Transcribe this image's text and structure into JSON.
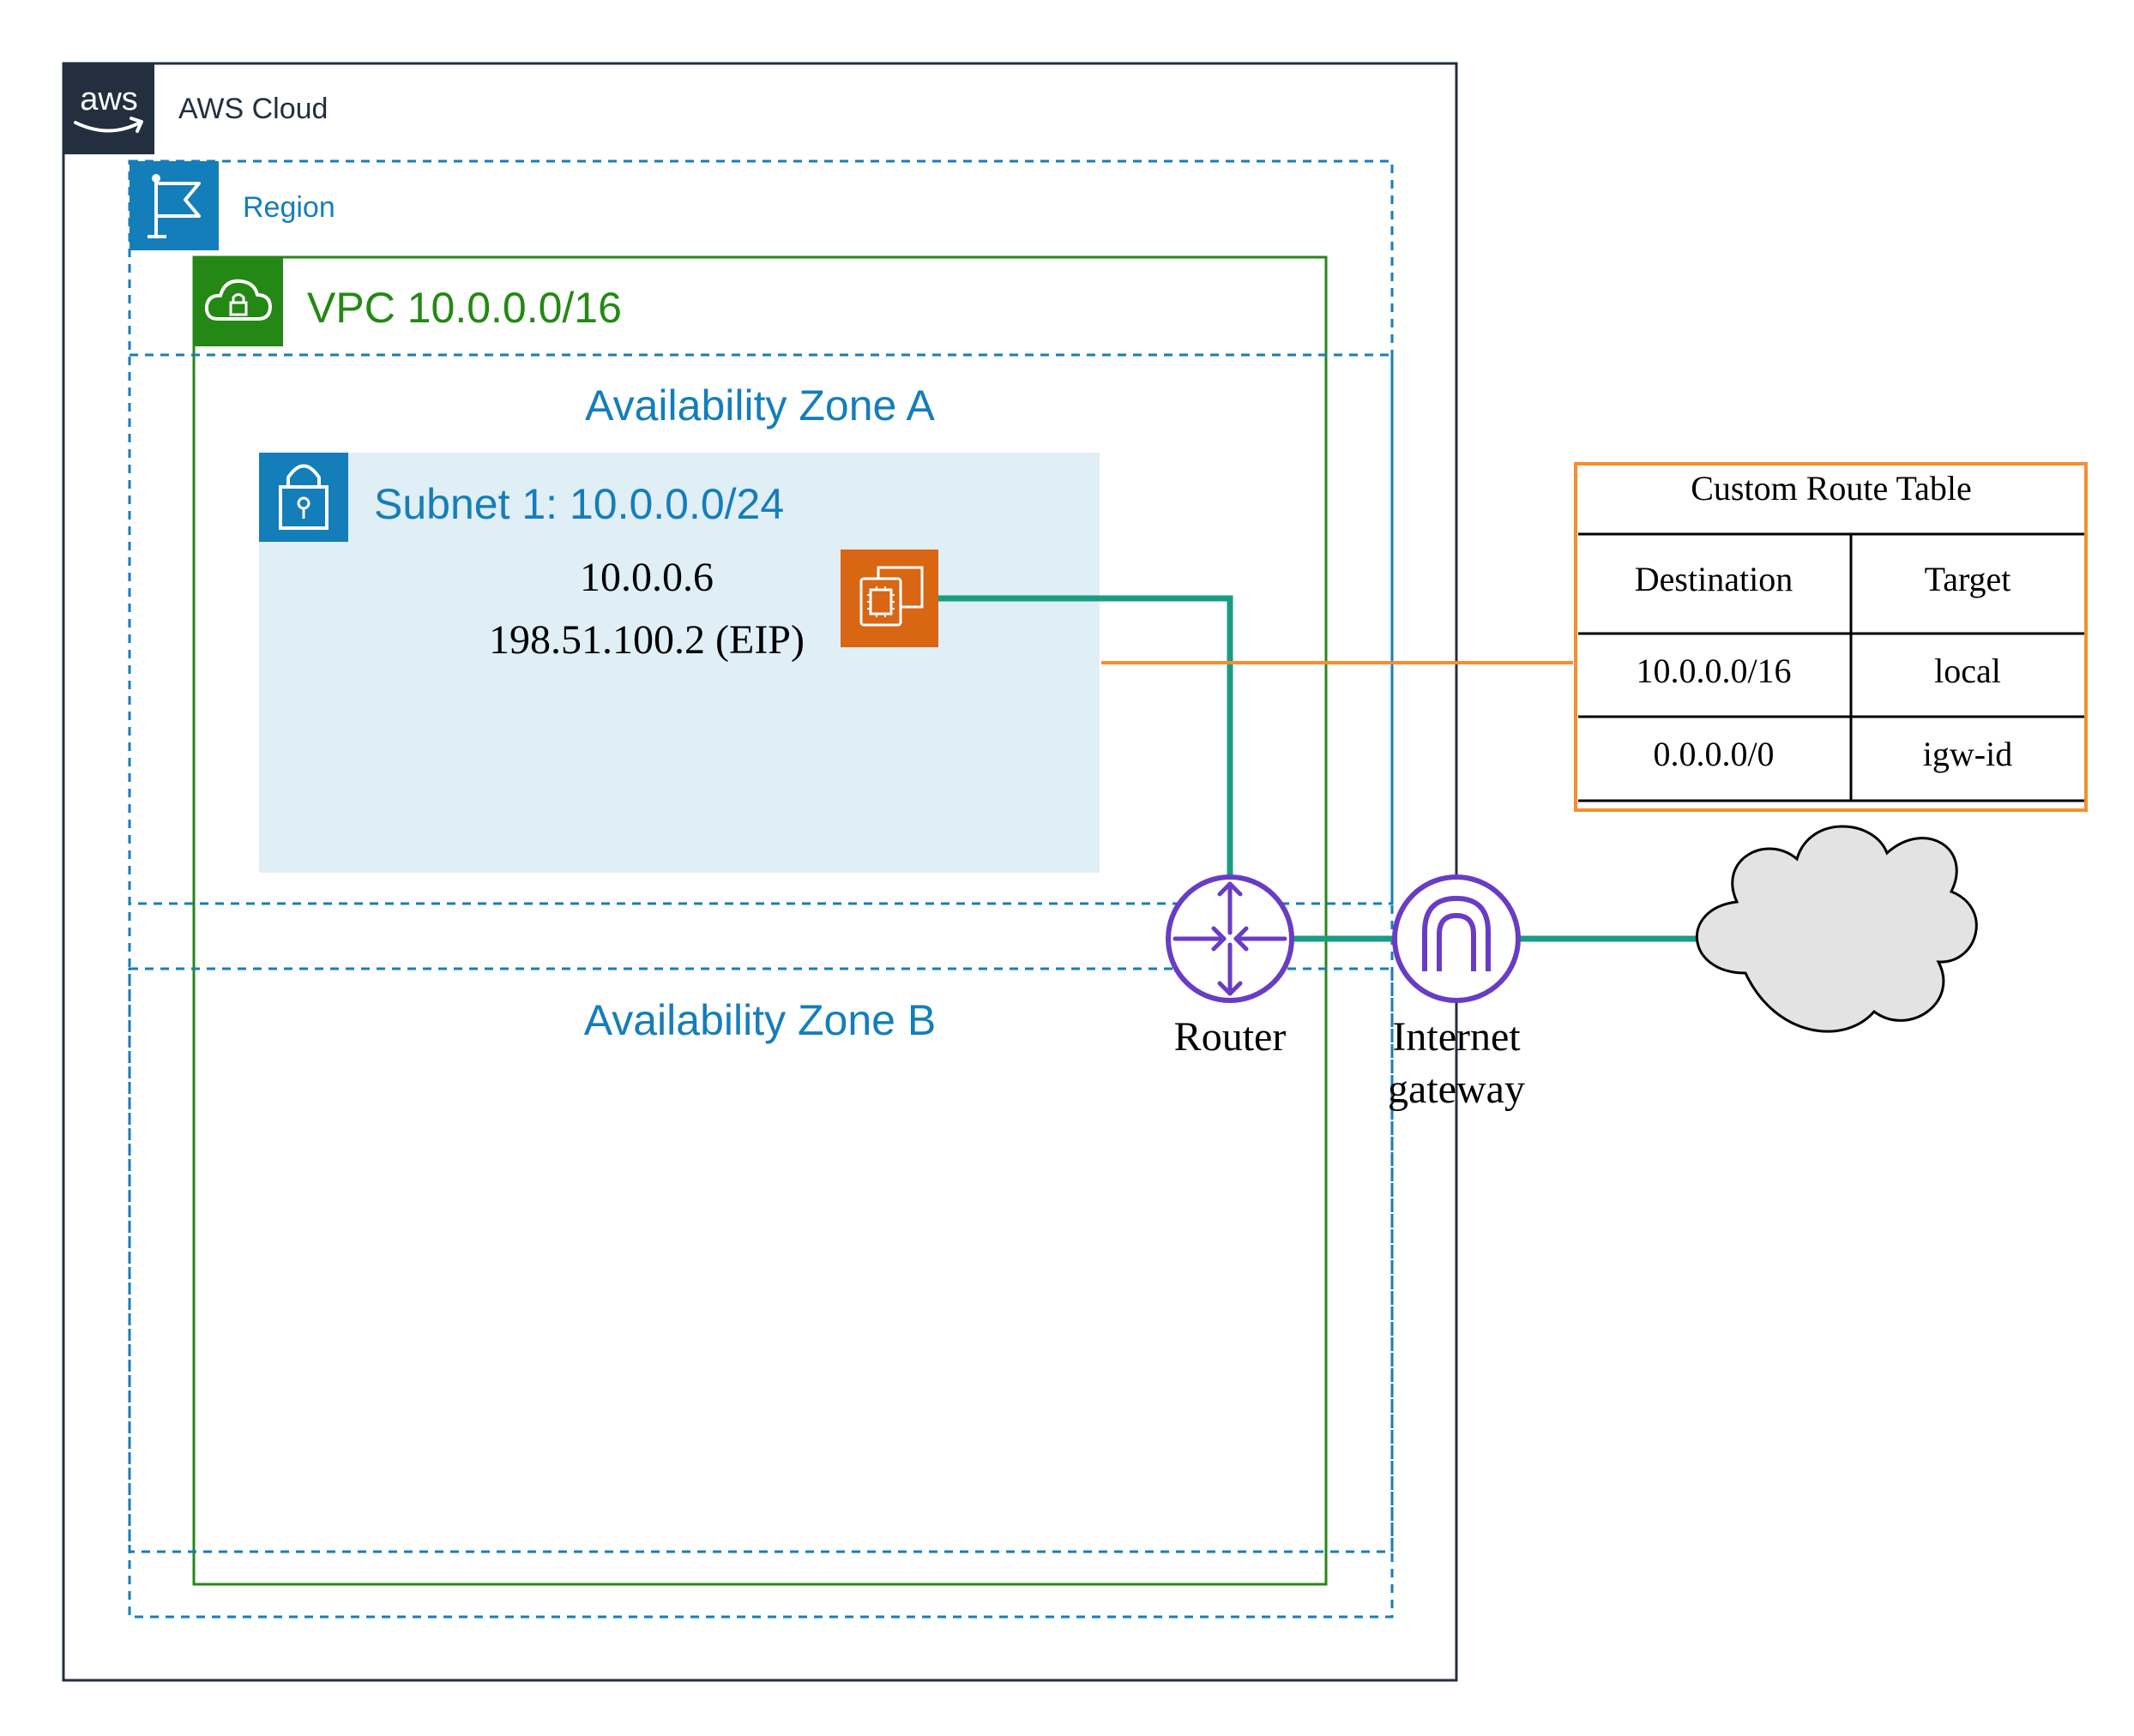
{
  "cloud": {
    "label": "AWS Cloud",
    "logo_text": "aws"
  },
  "region": {
    "label": "Region"
  },
  "vpc": {
    "label": "VPC 10.0.0.0/16"
  },
  "zones": [
    {
      "label": "Availability Zone A"
    },
    {
      "label": "Availability Zone B"
    }
  ],
  "subnet": {
    "label": "Subnet 1: 10.0.0.0/24",
    "private_ip": "10.0.0.6",
    "public_ip": "198.51.100.2 (EIP)"
  },
  "router": {
    "label": "Router"
  },
  "igw": {
    "label_line1": "Internet",
    "label_line2": "gateway"
  },
  "route_table": {
    "title": "Custom Route Table",
    "headers": [
      "Destination",
      "Target"
    ],
    "rows": [
      [
        "10.0.0.0/16",
        "local"
      ],
      [
        "0.0.0.0/0",
        "igw-id"
      ]
    ]
  },
  "icons": {
    "aws_logo": "aws-logo-icon",
    "region": "flag-icon",
    "vpc": "cloud-lock-icon",
    "subnet": "padlock-icon",
    "instance": "ec2-instance-icon",
    "router": "router-icon",
    "igw": "internet-gateway-icon",
    "internet": "cloud-icon"
  },
  "colors": {
    "aws_dark": "#232f3e",
    "region_blue": "#147eba",
    "vpc_green": "#248814",
    "subnet_fill": "#e6f2f8",
    "ec2_orange": "#d86613",
    "router_purple": "#693cc5",
    "link_teal": "#1a9c82",
    "route_orange": "#f68d2e"
  }
}
